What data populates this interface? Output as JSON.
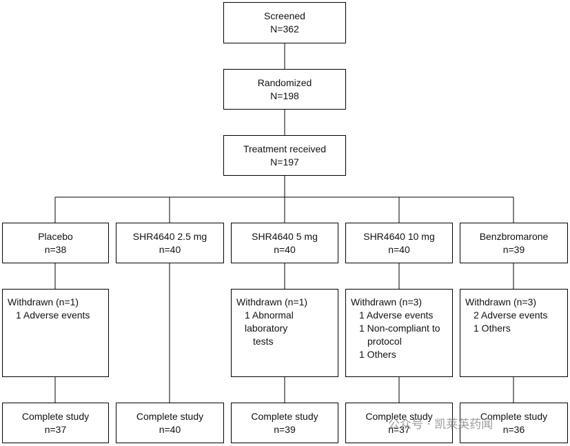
{
  "top": {
    "screened": {
      "label": "Screened",
      "n": "N=362"
    },
    "randomized": {
      "label": "Randomized",
      "n": "N=198"
    },
    "treatment": {
      "label": "Treatment received",
      "n": "N=197"
    }
  },
  "arms": [
    {
      "name": "Placebo",
      "n": "n=38",
      "withdrawn": {
        "title": "Withdrawn (n=1)",
        "reasons": [
          "1 Adverse events"
        ]
      },
      "complete": {
        "label": "Complete study",
        "n": "n=37"
      }
    },
    {
      "name": "SHR4640 2.5 mg",
      "n": "n=40",
      "complete": {
        "label": "Complete study",
        "n": "n=40"
      }
    },
    {
      "name": "SHR4640 5 mg",
      "n": "n=40",
      "withdrawn": {
        "title": "Withdrawn (n=1)",
        "reasons": [
          "1 Abnormal laboratory",
          "tests"
        ]
      },
      "complete": {
        "label": "Complete study",
        "n": "n=39"
      }
    },
    {
      "name": "SHR4640 10 mg",
      "n": "n=40",
      "withdrawn": {
        "title": "Withdrawn (n=3)",
        "reasons": [
          "1 Adverse events",
          "1 Non-compliant to",
          "protocol",
          "1 Others"
        ]
      },
      "complete": {
        "label": "Complete study",
        "n": "n=37"
      }
    },
    {
      "name": "Benzbromarone",
      "n": "n=39",
      "withdrawn": {
        "title": "Withdrawn (n=3)",
        "reasons": [
          "2 Adverse events",
          "1 Others"
        ]
      },
      "complete": {
        "label": "Complete study",
        "n": "n=36"
      }
    }
  ],
  "watermark": "公众号 · 凯莱英药闻"
}
